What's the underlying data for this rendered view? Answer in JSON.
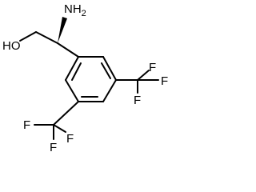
{
  "molecule": {
    "atoms": {
      "amine": {
        "symbol": "NH",
        "subscript": "2"
      },
      "hydroxyl": "HO",
      "fluorine": "F"
    },
    "colors": {
      "ink": "#000000",
      "background": "#ffffff"
    }
  }
}
